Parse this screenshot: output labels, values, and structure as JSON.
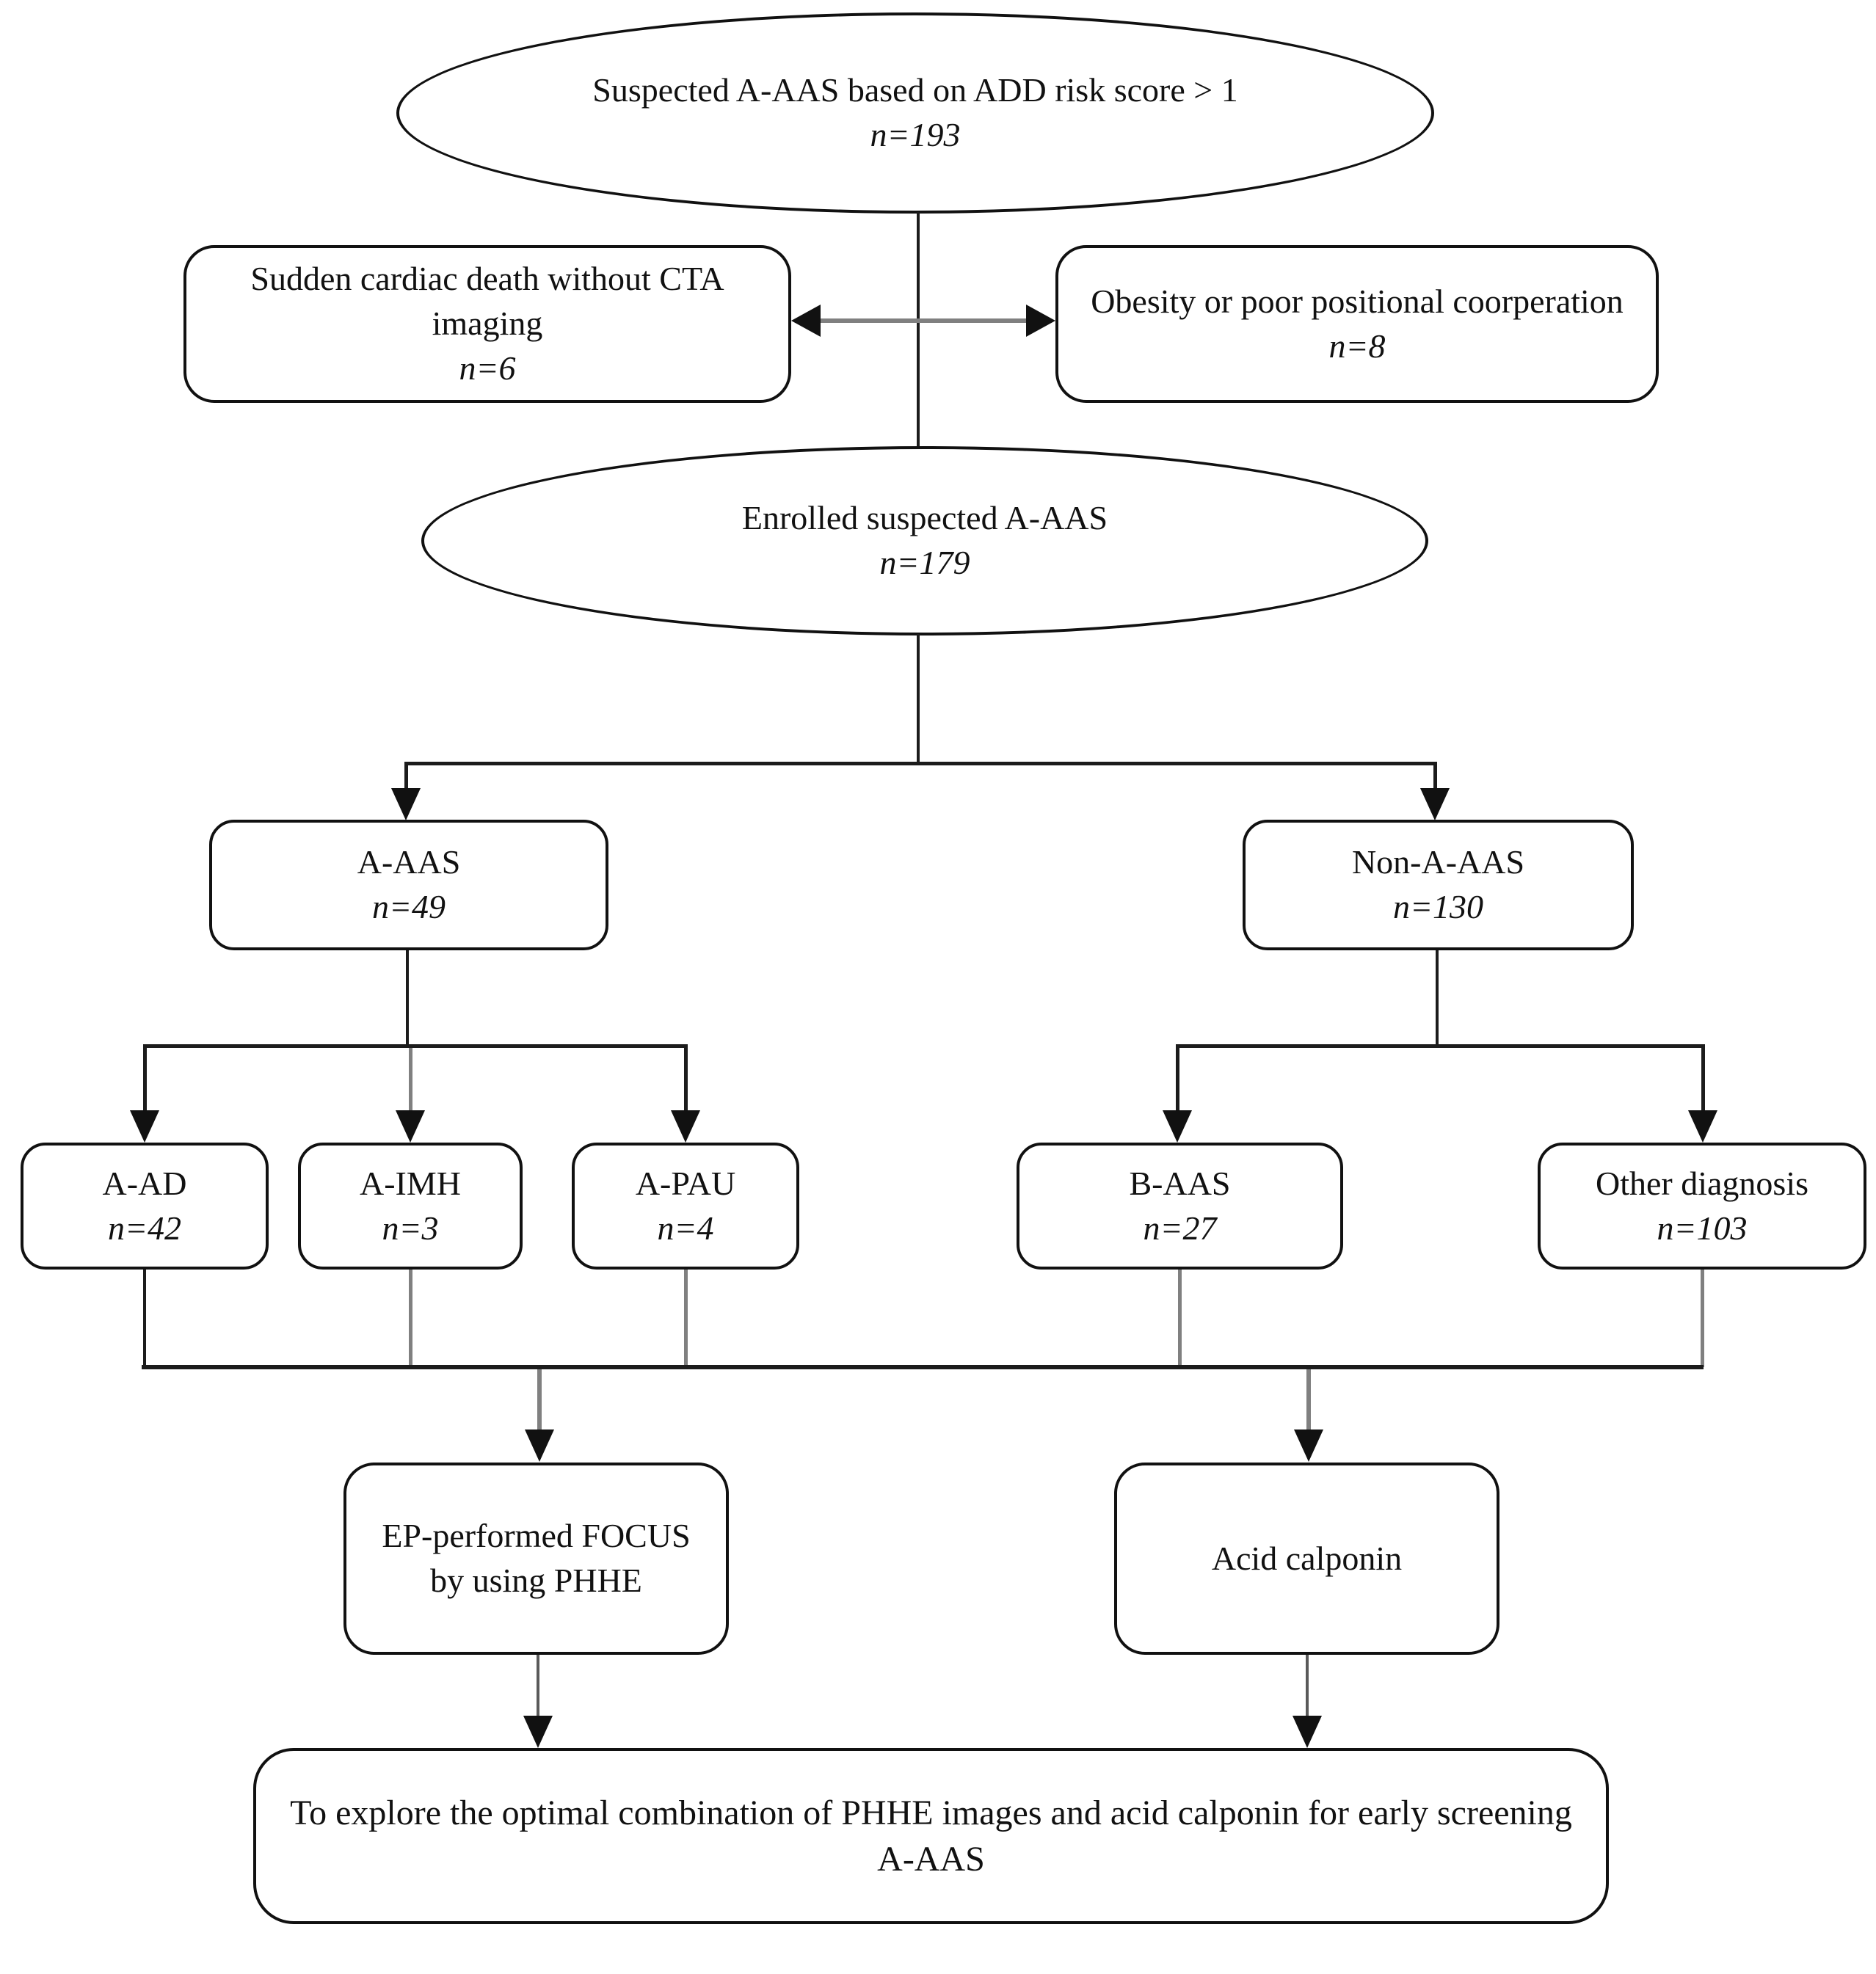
{
  "nodes": {
    "suspected": {
      "label": "Suspected A-AAS based on ADD risk score > 1",
      "n": "n=193"
    },
    "sudden_cardiac_death": {
      "label": "Sudden cardiac death without CTA imaging",
      "n": "n=6"
    },
    "obesity": {
      "label": "Obesity or poor positional coorperation",
      "n": "n=8"
    },
    "enrolled": {
      "label": "Enrolled suspected A-AAS",
      "n": "n=179"
    },
    "a_aas": {
      "label": "A-AAS",
      "n": "n=49"
    },
    "non_a_aas": {
      "label": "Non-A-AAS",
      "n": "n=130"
    },
    "a_ad": {
      "label": "A-AD",
      "n": "n=42"
    },
    "a_imh": {
      "label": "A-IMH",
      "n": "n=3"
    },
    "a_pau": {
      "label": "A-PAU",
      "n": "n=4"
    },
    "b_aas": {
      "label": "B-AAS",
      "n": "n=27"
    },
    "other_diagnosis": {
      "label": "Other diagnosis",
      "n": "n=103"
    },
    "ep_focus": {
      "label": "EP-performed FOCUS by using PHHE"
    },
    "acid_calponin": {
      "label": "Acid calponin"
    },
    "goal": {
      "label": "To explore the optimal combination of PHHE images and acid calponin for early screening A-AAS"
    }
  },
  "colors": {
    "line_black": "#1c1c1c",
    "line_gray": "#808080",
    "border": "#111111",
    "background": "#ffffff",
    "text": "#111111"
  }
}
